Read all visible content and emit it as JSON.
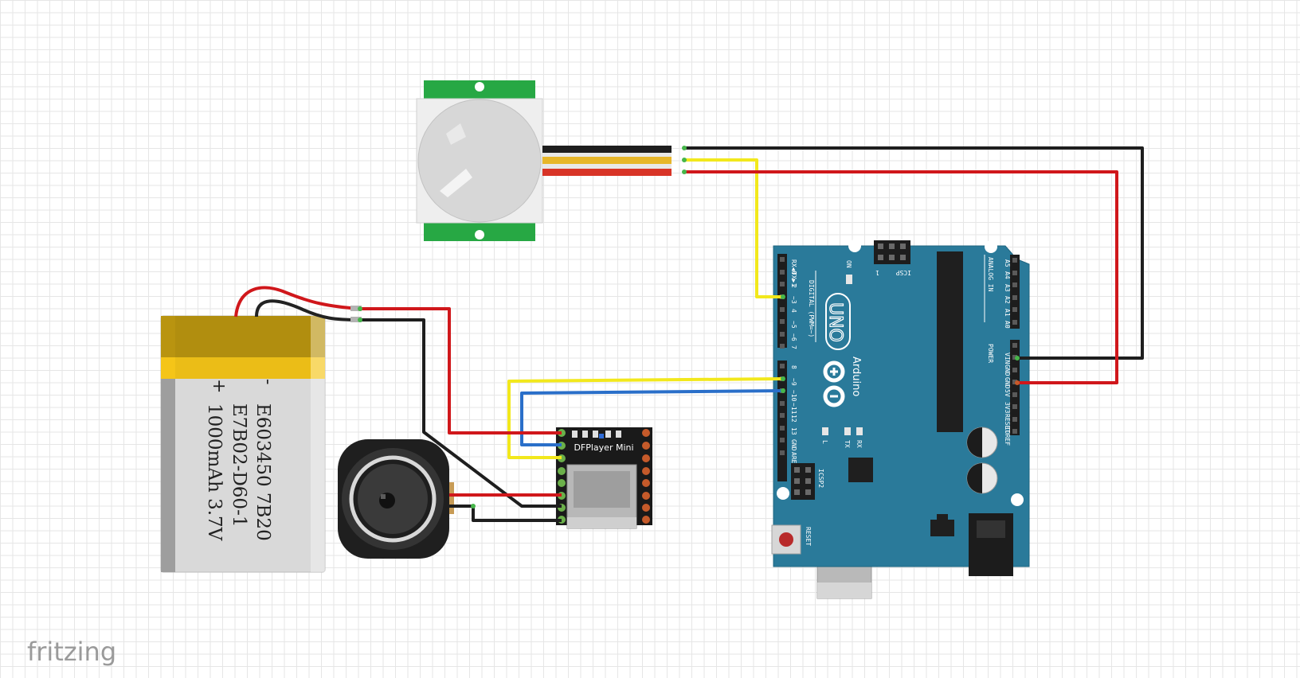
{
  "app": {
    "watermark": "fritzing"
  },
  "battery": {
    "plus": "+",
    "minus": "-",
    "line1": "E603450 7B20",
    "line2": "E7B02-D60-1",
    "line3": "1000mAh 3.7V"
  },
  "dfplayer": {
    "label": "DFPlayer Mini"
  },
  "arduino": {
    "brand": "Arduino",
    "model": "UNO",
    "digital_label": "DIGITAL (PWM=~)",
    "analog_label": "ANALOG IN",
    "power_label": "POWER",
    "on_label": "ON",
    "icsp_label": "ICSP",
    "icsp_one": "1",
    "icsp2_label": "ICSP2",
    "reset_label": "RESET",
    "l_label": "L",
    "tx_label": "TX",
    "rx_label": "RX",
    "digital_pins": [
      "RX◀0",
      "TX▶1",
      "2",
      "~3",
      "4",
      "~5",
      "~6",
      "7",
      "8",
      "~9",
      "~10",
      "~11",
      "12",
      "13",
      "GND",
      "AREF"
    ],
    "analog_pins": [
      "A5",
      "A4",
      "A3",
      "A2",
      "A1",
      "A0"
    ],
    "power_pins": [
      "VIN",
      "GND",
      "GND",
      "5V",
      "3V3",
      "RESET",
      "IOREF"
    ]
  },
  "colors": {
    "board": "#2a7a9a",
    "pcb_green": "#27a844",
    "wire_red": "#d0171b",
    "wire_black": "#222222",
    "wire_yellow": "#f2e81c",
    "wire_blue": "#2a6fc9",
    "battery_gold": "#b99410",
    "battery_yellow": "#f5c518",
    "battery_body": "#d9d9d9"
  }
}
